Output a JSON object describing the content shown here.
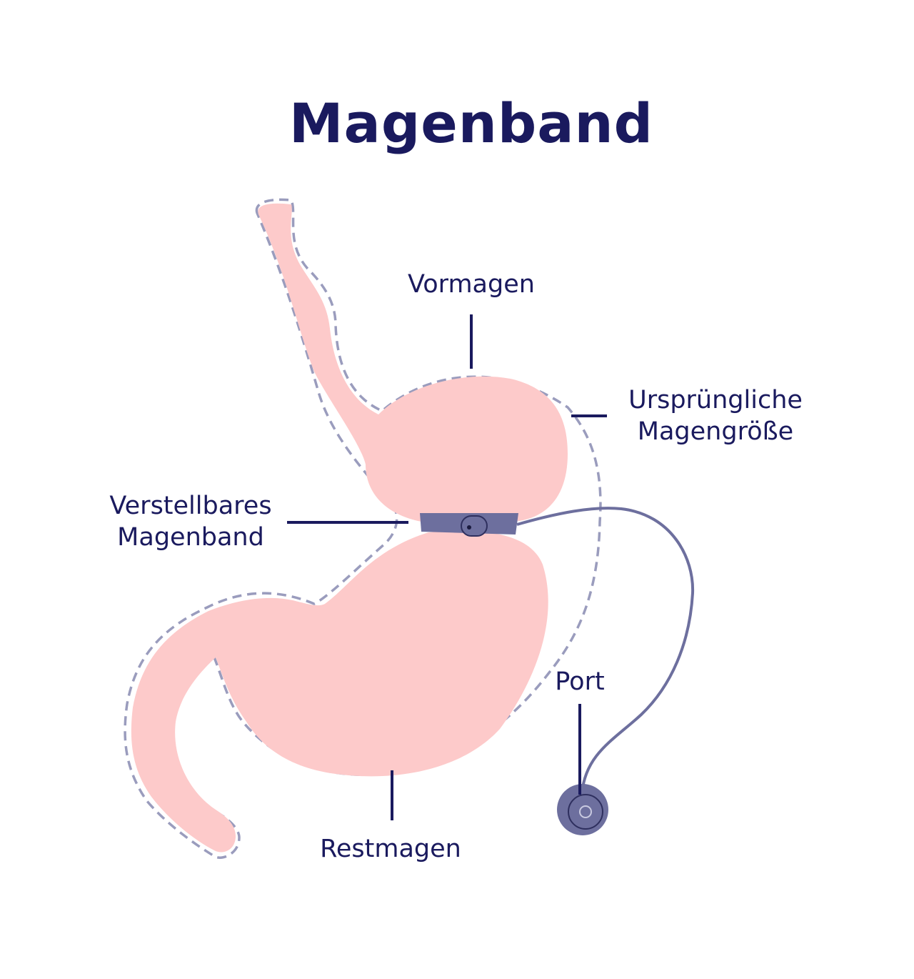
{
  "title": "Magenband",
  "labels": {
    "vormagen": "Vormagen",
    "original_size_line1": "Ursprüngliche",
    "original_size_line2": "Magengröße",
    "band_line1": "Verstellbares",
    "band_line2": "Magenband",
    "port": "Port",
    "restmagen": "Restmagen"
  },
  "colors": {
    "text": "#1a1a5e",
    "stomach_fill": "#fdcaca",
    "outline_dashed": "#9a9cbd",
    "band": "#6d6f9e",
    "leader_line": "#1a1a5e"
  },
  "icons": {
    "port": "port-reservoir-icon"
  }
}
